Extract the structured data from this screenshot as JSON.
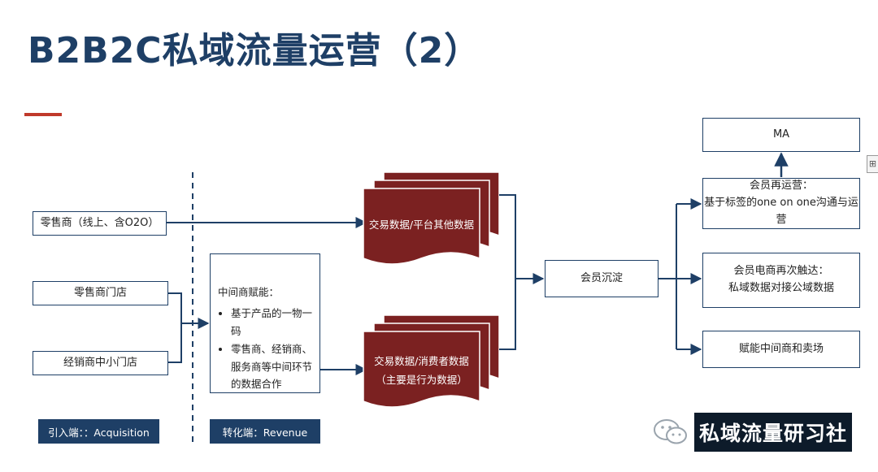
{
  "title": "B2B2C私域流量运营（2）",
  "colors": {
    "navy": "#1e3f66",
    "accent_red": "#c0392b",
    "doc_red": "#7b2121"
  },
  "sources": {
    "retailer": "零售商（线上、含O2O）",
    "retailer_store": "零售商门店",
    "dealer_store": "经销商中小门店"
  },
  "enablement": {
    "heading": "中间商赋能：",
    "bullets": [
      "基于产品的一物一码",
      "零售商、经销商、服务商等中间环节的数据合作"
    ]
  },
  "data_docs": {
    "platform": "交易数据/平台其他数据",
    "consumer_line1": "交易数据/消费者数据",
    "consumer_line2": "（主要是行为数据）"
  },
  "member_pool": "会员沉淀",
  "outputs": {
    "ma": "MA",
    "reops_line1": "会员再运营：",
    "reops_line2": "基于标签的one on one沟通与运营",
    "retouch_line1": "会员电商再次触达：",
    "retouch_line2": "私域数据对接公域数据",
    "empower": "赋能中间商和卖场"
  },
  "phases": {
    "acquisition": "引入端：：Acquisition",
    "revenue": "转化端：Revenue"
  },
  "watermark": "私域流量研习社"
}
